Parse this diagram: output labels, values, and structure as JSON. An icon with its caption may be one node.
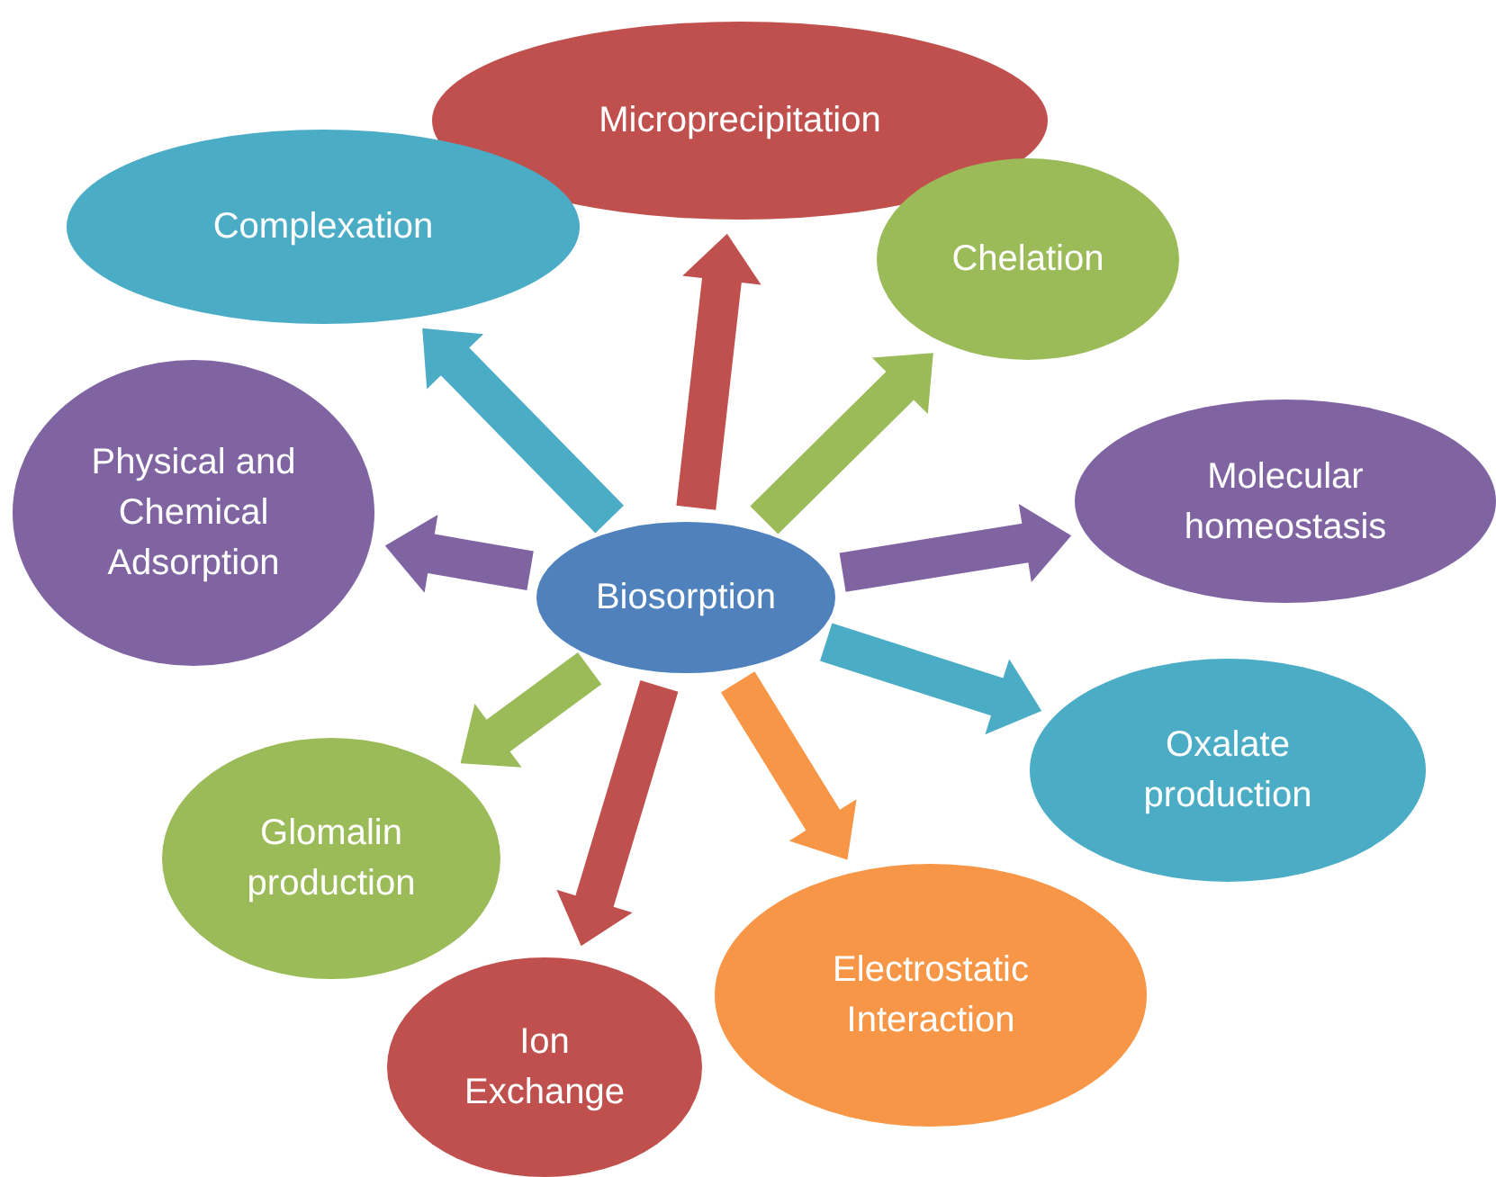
{
  "diagram": {
    "nodes": [
      {
        "text": [
          "Biosorption"
        ]
      },
      {
        "text": [
          "Microprecipitation"
        ]
      },
      {
        "text": [
          "Complexation"
        ]
      },
      {
        "text": [
          "Chelation"
        ]
      },
      {
        "text": [
          "Physical and Chemical Adsorption"
        ]
      },
      {
        "text": [
          "Molecular homeostasis"
        ]
      },
      {
        "text": [
          "Oxalate production"
        ]
      },
      {
        "text": [
          "Glomalin production"
        ]
      },
      {
        "text": [
          "Electrostatic Interaction"
        ]
      },
      {
        "text": [
          "Ion Exchange"
        ]
      }
    ],
    "edges": [
      {
        "from": 0,
        "to": 1,
        "arrow": "to",
        "color": "#c0504d"
      },
      {
        "from": 0,
        "to": 2,
        "arrow": "to",
        "color": "#4bacc6"
      },
      {
        "from": 0,
        "to": 3,
        "arrow": "to",
        "color": "#9bbb59"
      },
      {
        "from": 0,
        "to": 4,
        "arrow": "to",
        "color": "#8064a2"
      },
      {
        "from": 0,
        "to": 5,
        "arrow": "to",
        "color": "#8064a2"
      },
      {
        "from": 0,
        "to": 6,
        "arrow": "to",
        "color": "#4bacc6"
      },
      {
        "from": 0,
        "to": 7,
        "arrow": "to",
        "color": "#9bbb59"
      },
      {
        "from": 0,
        "to": 8,
        "arrow": "to",
        "color": "#f79646"
      },
      {
        "from": 0,
        "to": 9,
        "arrow": "to",
        "color": "#c0504d"
      }
    ]
  }
}
